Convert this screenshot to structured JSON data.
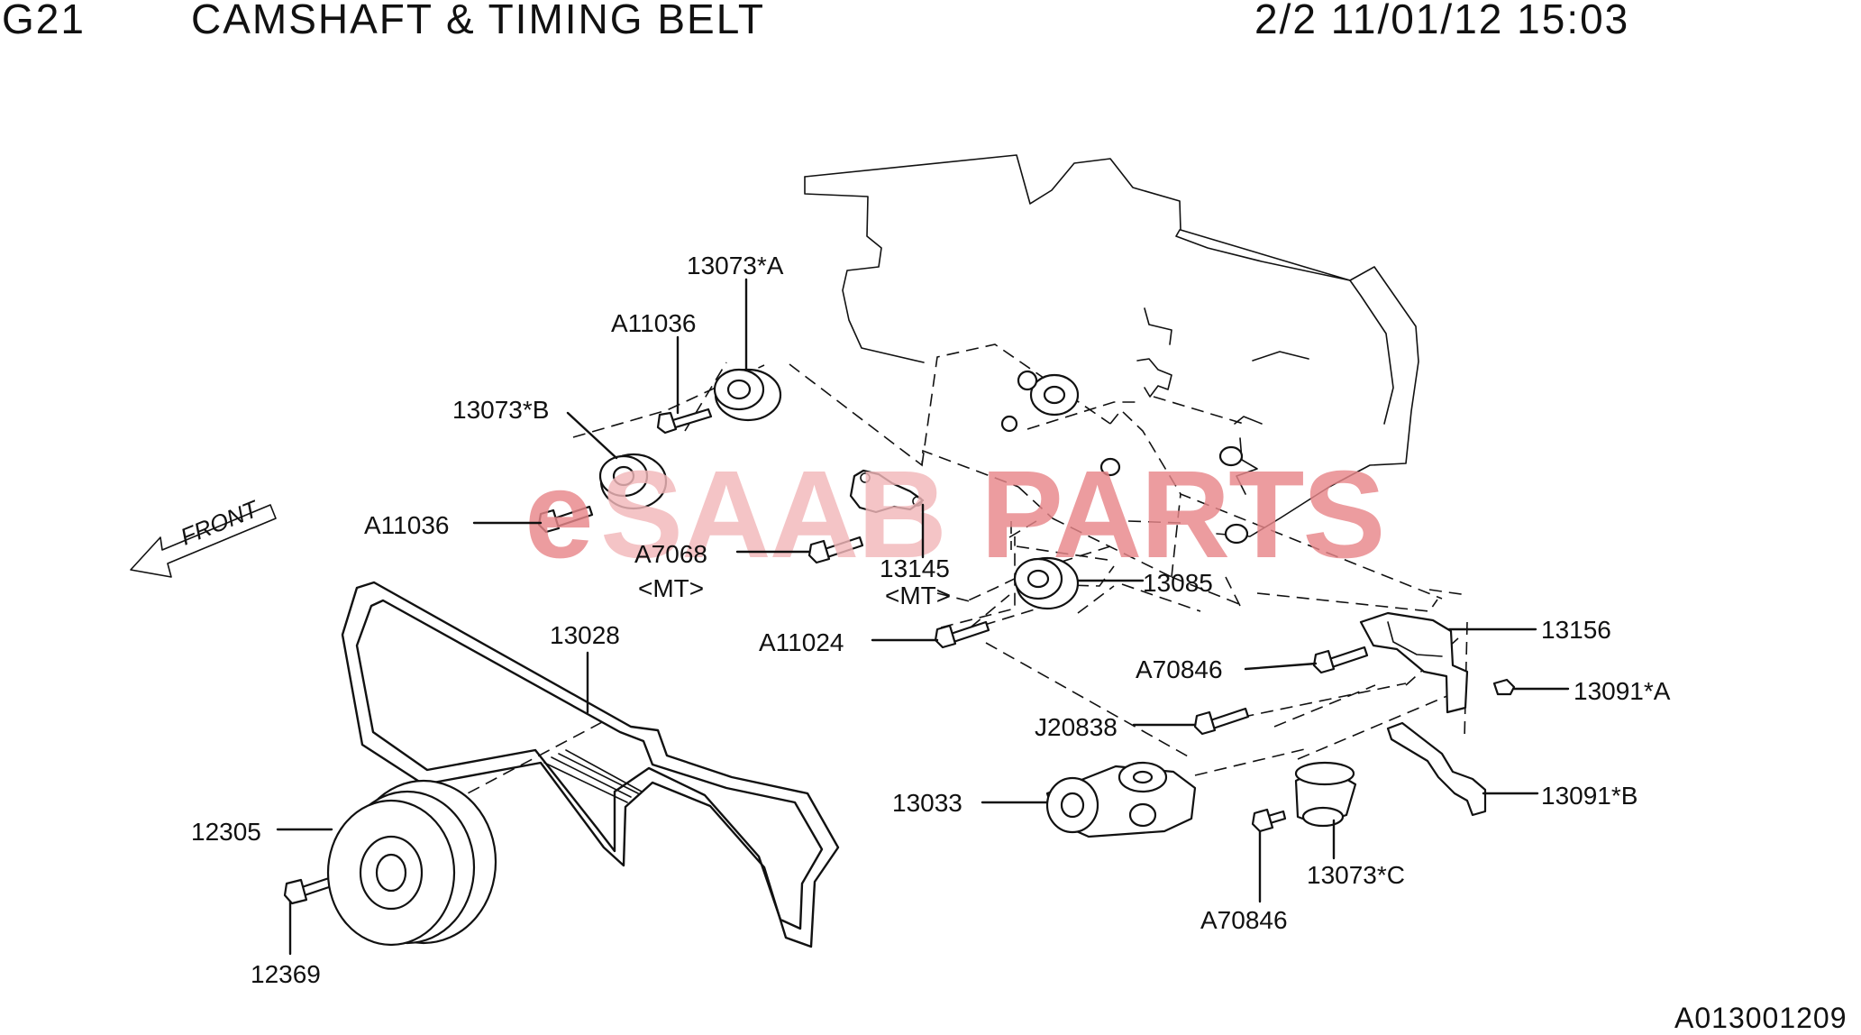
{
  "header": {
    "group_code": "G21",
    "title": "CAMSHAFT & TIMING BELT",
    "page_info": "2/2 11/01/12 15:03"
  },
  "watermark": {
    "text_lower": "e",
    "text_mid": "SAAB",
    "text_parts": "PARTS",
    "color": "#e8878a"
  },
  "front_arrow_label": "FRONT",
  "callouts": {
    "c13073a": "13073*A",
    "c_a11036_top": "A11036",
    "c13073b": "13073*B",
    "c_a11036_left": "A11036",
    "c_a7068": "A7068",
    "c_a7068_note": "<MT>",
    "c13145": "13145",
    "c13145_note": "<MT>",
    "c13085": "13085",
    "c_a11024": "A11024",
    "c13156": "13156",
    "c_a70846_top": "A70846",
    "c13091a": "13091*A",
    "c_j20838": "J20838",
    "c13091b": "13091*B",
    "c13033": "13033",
    "c13073c": "13073*C",
    "c_a70846_bottom": "A70846",
    "c13028": "13028",
    "c12305": "12305",
    "c12369": "12369"
  },
  "footer": {
    "diagram_code": "A013001209"
  }
}
